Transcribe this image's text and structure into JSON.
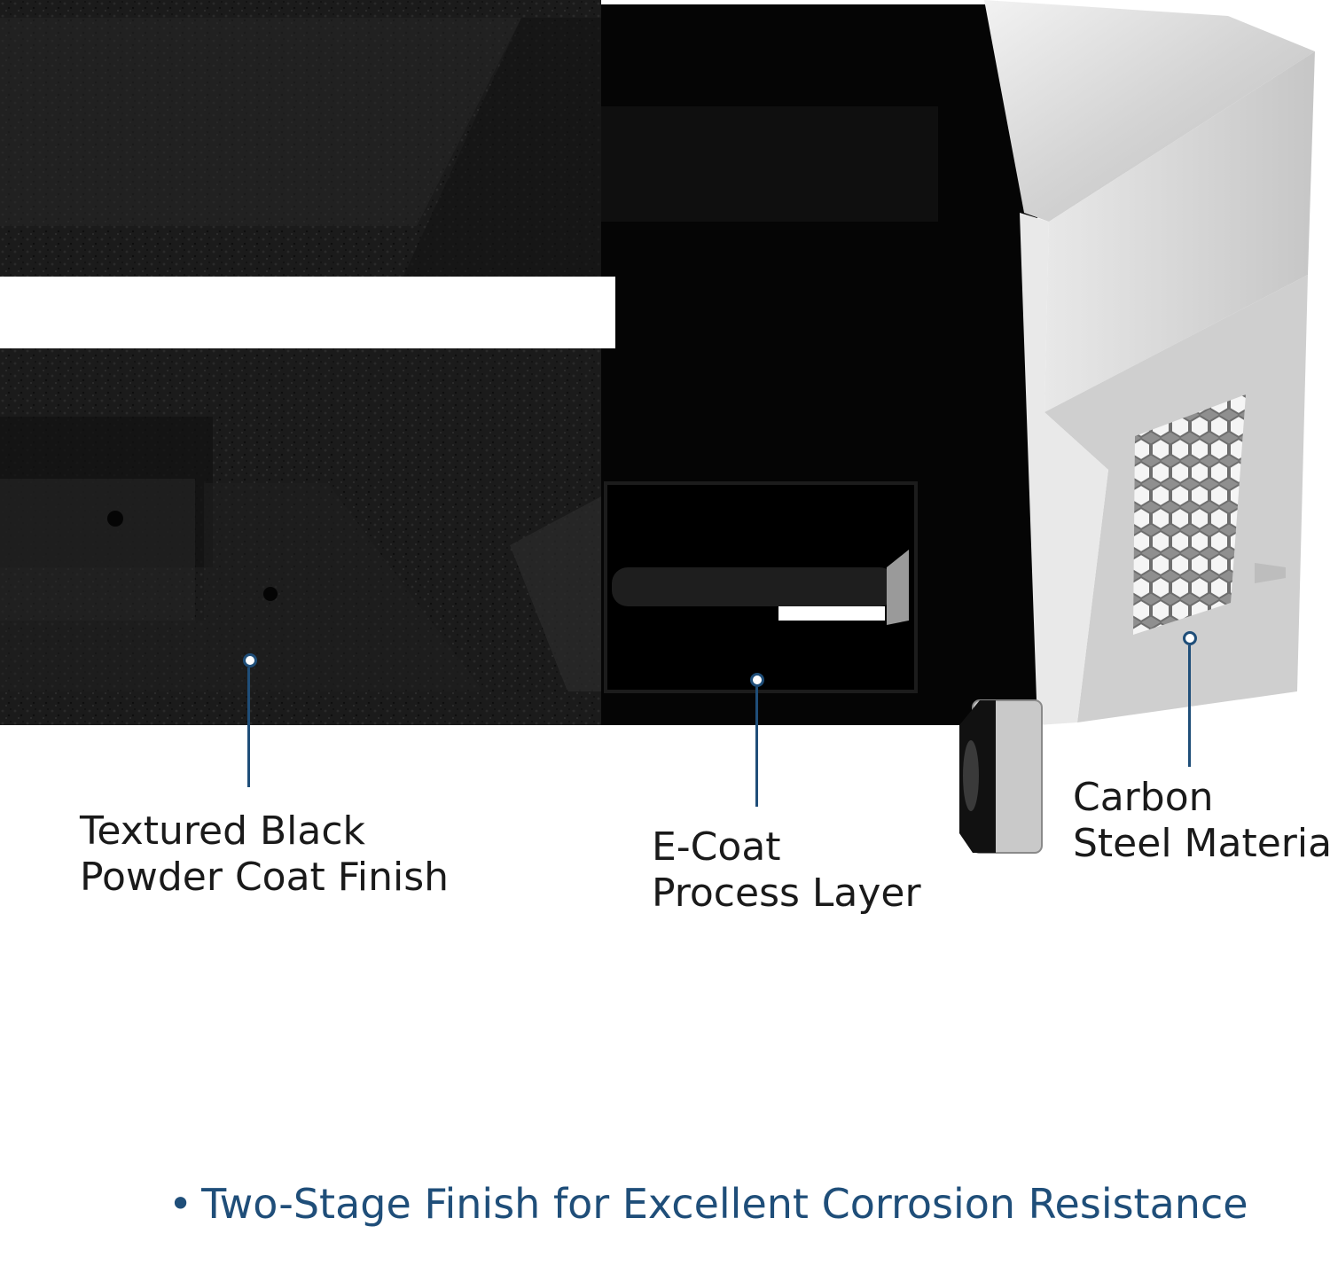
{
  "colors": {
    "accent": "#1f4e79",
    "powder_coat": "#1b1b1b",
    "ecoat": "#050505",
    "steel": "#d9d9d9"
  },
  "callouts": [
    {
      "lines": [
        "Textured Black",
        "Powder Coat Finish"
      ]
    },
    {
      "lines": [
        "E-Coat",
        "Process Layer"
      ]
    },
    {
      "lines": [
        "Carbon",
        "Steel Material"
      ]
    }
  ],
  "headline": {
    "bullet": "•",
    "text": "Two-Stage Finish for Excellent Corrosion Resistance"
  }
}
